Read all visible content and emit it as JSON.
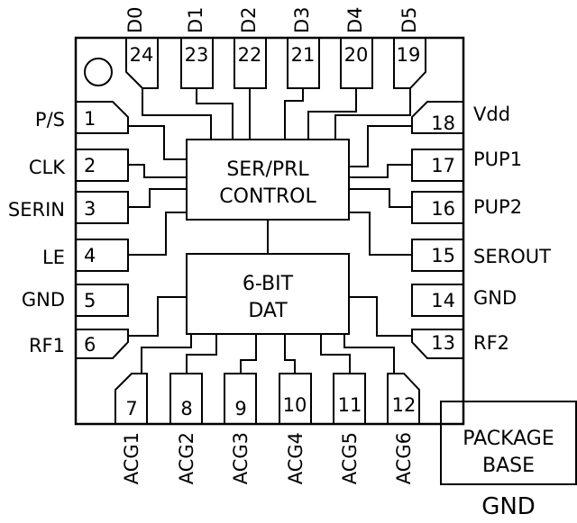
{
  "blocks": {
    "control_line1": "SER/PRL",
    "control_line2": "CONTROL",
    "dat_line1": "6-BIT",
    "dat_line2": "DAT"
  },
  "pins": [
    {
      "num": "1",
      "label": "P/S"
    },
    {
      "num": "2",
      "label": "CLK"
    },
    {
      "num": "3",
      "label": "SERIN"
    },
    {
      "num": "4",
      "label": "LE"
    },
    {
      "num": "5",
      "label": "GND"
    },
    {
      "num": "6",
      "label": "RF1"
    },
    {
      "num": "7",
      "label": "ACG1"
    },
    {
      "num": "8",
      "label": "ACG2"
    },
    {
      "num": "9",
      "label": "ACG3"
    },
    {
      "num": "10",
      "label": "ACG4"
    },
    {
      "num": "11",
      "label": "ACG5"
    },
    {
      "num": "12",
      "label": "ACG6"
    },
    {
      "num": "13",
      "label": "RF2"
    },
    {
      "num": "14",
      "label": "GND"
    },
    {
      "num": "15",
      "label": "SEROUT"
    },
    {
      "num": "16",
      "label": "PUP2"
    },
    {
      "num": "17",
      "label": "PUP1"
    },
    {
      "num": "18",
      "label": "Vdd"
    },
    {
      "num": "19",
      "label": "D5"
    },
    {
      "num": "20",
      "label": "D4"
    },
    {
      "num": "21",
      "label": "D3"
    },
    {
      "num": "22",
      "label": "D2"
    },
    {
      "num": "23",
      "label": "D1"
    },
    {
      "num": "24",
      "label": "D0"
    }
  ],
  "package_base": {
    "line1": "PACKAGE",
    "line2": "BASE",
    "gnd": "GND"
  }
}
